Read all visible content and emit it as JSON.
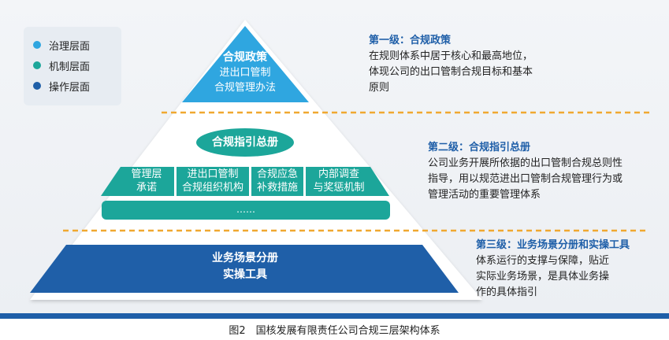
{
  "legend": {
    "items": [
      {
        "label": "治理层面",
        "color": "#2fa6e0"
      },
      {
        "label": "机制层面",
        "color": "#1ca69a"
      },
      {
        "label": "操作层面",
        "color": "#1f5fa8"
      }
    ]
  },
  "level1": {
    "title": "合规政策",
    "line1": "进出口管制",
    "line2": "合规管理办法",
    "desc_title": "第一级：合规政策",
    "desc_lines": [
      "在规则体系中居于核心和最高地位，",
      "体现公司的出口管制合规目标和基本",
      "原则"
    ]
  },
  "level2": {
    "center": "合规指引总册",
    "boxes": [
      {
        "line1": "管理层",
        "line2": "承诺"
      },
      {
        "line1": "进出口管制",
        "line2": "合规组织机构"
      },
      {
        "line1": "合规应急",
        "line2": "补救措施"
      },
      {
        "line1": "内部调查",
        "line2": "与奖惩机制"
      }
    ],
    "ellipsis": "……",
    "desc_title": "第二级：合规指引总册",
    "desc_lines": [
      "公司业务开展所依据的出口管制合规总则性",
      "指导，用以规范进出口管制合规管理行为或",
      "管理活动的重要管理体系"
    ]
  },
  "level3": {
    "line1": "业务场景分册",
    "line2": "实操工具",
    "desc_title": "第三级：业务场景分册和实操工具",
    "desc_lines": [
      "体系运行的支撑与保障，贴近",
      "实际业务场景，是具体业务操",
      "作的具体指引"
    ]
  },
  "caption": "图2　国核发展有限责任公司合规三层架构体系",
  "colors": {
    "governance": "#2fa6e0",
    "mechanism": "#1ca69a",
    "operation": "#1f5fa8",
    "divider": "#f0a830",
    "heading": "#1e5ea8"
  }
}
